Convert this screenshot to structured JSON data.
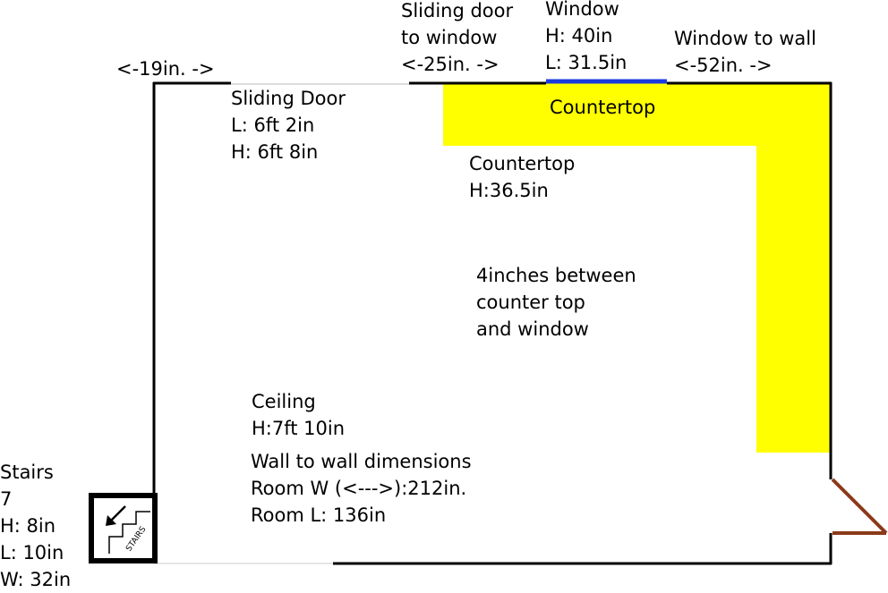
{
  "colors": {
    "wall": "#000000",
    "countertop": "#ffff00",
    "window": "#1a3ae0",
    "door_opening": "#bbbbbb",
    "exterior_door": "#8b3a1a"
  },
  "labels": {
    "left_dim": "<-19in. ->",
    "sliding_to_window": [
      "Sliding door",
      "to window",
      "<-25in. ->"
    ],
    "window": [
      "Window",
      "H: 40in",
      "L: 31.5in"
    ],
    "window_to_wall": [
      "Window to wall",
      "<-52in. ->"
    ],
    "sliding_door": [
      "Sliding Door",
      "L: 6ft 2in",
      "H: 6ft 8in"
    ],
    "countertop_label": "Countertop",
    "countertop_height": [
      "Countertop",
      "H:36.5in"
    ],
    "gap_note": [
      "4inches between",
      "counter top",
      "and window"
    ],
    "ceiling": [
      "Ceiling",
      "H:7ft 10in"
    ],
    "dimensions": [
      "Wall to wall dimensions",
      "Room W (<--->):212in.",
      "Room L: 136in"
    ],
    "stairs": [
      "Stairs",
      "7",
      "H: 8in",
      "L: 10in",
      "W: 32in"
    ],
    "stairs_icon_text": "STAIRS"
  }
}
